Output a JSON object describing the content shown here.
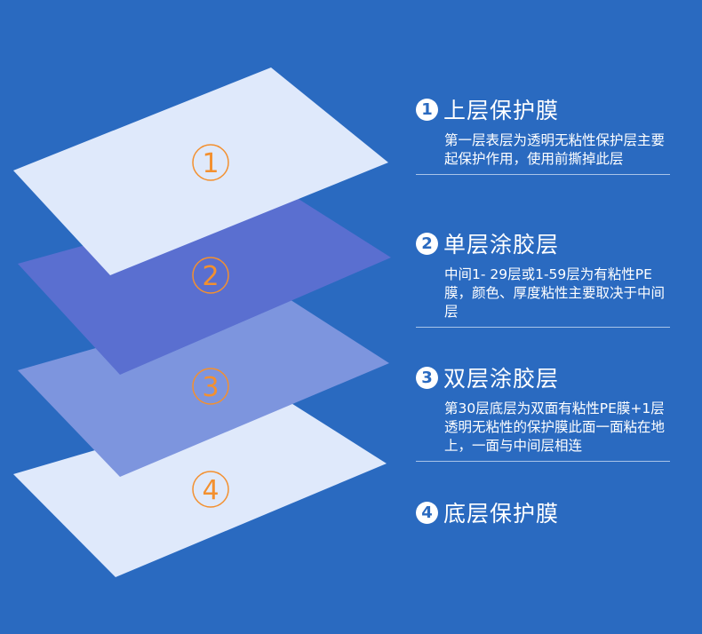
{
  "layers": [
    {
      "number": "1",
      "title": "上层保护膜",
      "description": "第一层表层为透明无粘性保护层主要起保护作用，使用前撕掉此层"
    },
    {
      "number": "2",
      "title": "单层涂胶层",
      "description": "中间1- 29层或1-59层为有粘性PE膜，颜色、厚度粘性主要取决于中间层"
    },
    {
      "number": "3",
      "title": "双层涂胶层",
      "description": "第30层底层为双面有粘性PE膜+1层透明无粘性的保护膜此面一面粘在地上，一面与中间层相连"
    },
    {
      "number": "4",
      "title": "底层保护膜",
      "description": ""
    }
  ],
  "colors": {
    "background": "#2a6ac0",
    "sheet_top": "#dfe9fb",
    "sheet_adhesive_single": "#5a6fd0",
    "sheet_adhesive_double": "#7d95de",
    "sheet_bottom": "#dfe9fb",
    "number_accent": "#f3902f"
  }
}
